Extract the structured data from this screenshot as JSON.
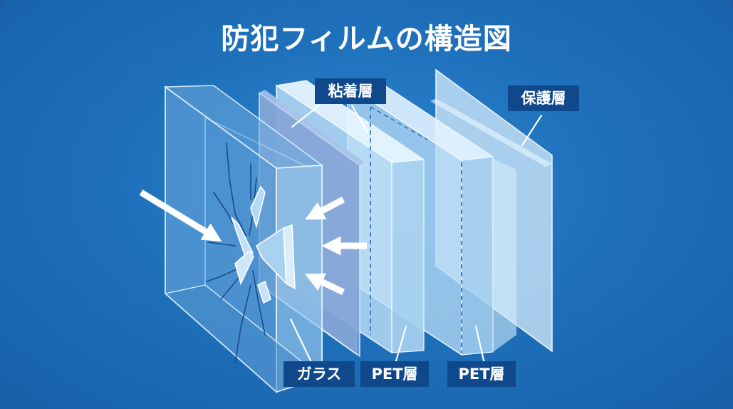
{
  "title": "防犯フィルムの構造図",
  "labels": {
    "adhesive": "粘着層",
    "protective": "保護層",
    "glass": "ガラス",
    "pet1": "PET層",
    "pet2": "PET層"
  }
}
